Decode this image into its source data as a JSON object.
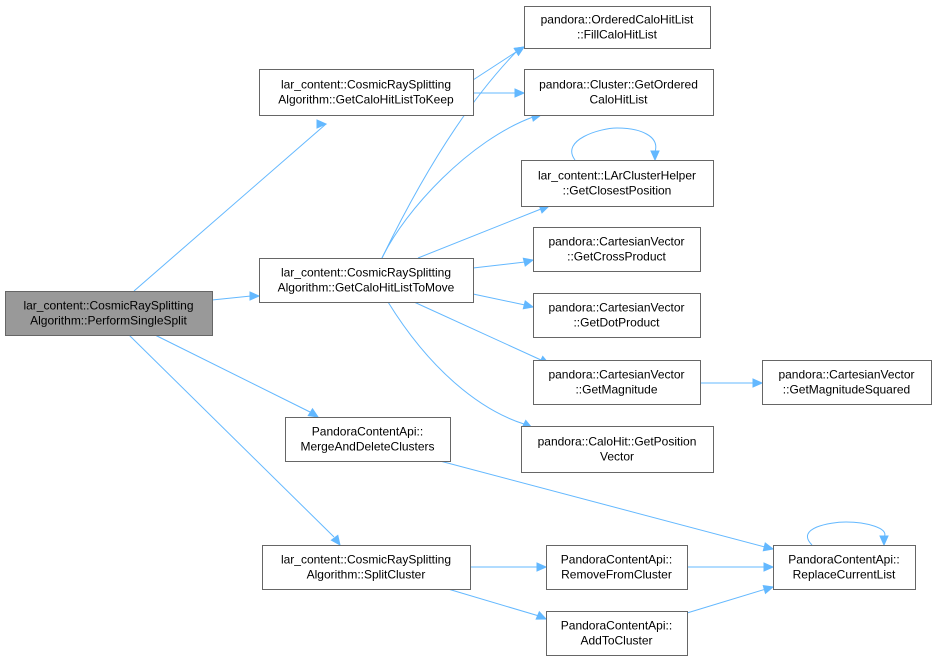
{
  "nodes": [
    {
      "id": "perform",
      "lines": [
        "lar_content::CosmicRaySplitting",
        "Algorithm::PerformSingleSplit"
      ],
      "root": true
    },
    {
      "id": "keep",
      "lines": [
        "lar_content::CosmicRaySplitting",
        "Algorithm::GetCaloHitListToKeep"
      ]
    },
    {
      "id": "move",
      "lines": [
        "lar_content::CosmicRaySplitting",
        "Algorithm::GetCaloHitListToMove"
      ]
    },
    {
      "id": "merge",
      "lines": [
        "PandoraContentApi::",
        "MergeAndDeleteClusters"
      ]
    },
    {
      "id": "split",
      "lines": [
        "lar_content::CosmicRaySplitting",
        "Algorithm::SplitCluster"
      ]
    },
    {
      "id": "fill",
      "lines": [
        "pandora::OrderedCaloHitList",
        "::FillCaloHitList"
      ]
    },
    {
      "id": "getordered",
      "lines": [
        "pandora::Cluster::GetOrdered",
        "CaloHitList"
      ]
    },
    {
      "id": "closest",
      "lines": [
        "lar_content::LArClusterHelper",
        "::GetClosestPosition"
      ]
    },
    {
      "id": "cross",
      "lines": [
        "pandora::CartesianVector",
        "::GetCrossProduct"
      ]
    },
    {
      "id": "dot",
      "lines": [
        "pandora::CartesianVector",
        "::GetDotProduct"
      ]
    },
    {
      "id": "mag",
      "lines": [
        "pandora::CartesianVector",
        "::GetMagnitude"
      ]
    },
    {
      "id": "magsq",
      "lines": [
        "pandora::CartesianVector",
        "::GetMagnitudeSquared"
      ]
    },
    {
      "id": "pos",
      "lines": [
        "pandora::CaloHit::GetPosition",
        "Vector"
      ]
    },
    {
      "id": "remove",
      "lines": [
        "PandoraContentApi::",
        "RemoveFromCluster"
      ]
    },
    {
      "id": "add",
      "lines": [
        "PandoraContentApi::",
        "AddToCluster"
      ]
    },
    {
      "id": "replace",
      "lines": [
        "PandoraContentApi::",
        "ReplaceCurrentList"
      ]
    }
  ],
  "edges": [
    {
      "from": "perform",
      "to": "keep"
    },
    {
      "from": "perform",
      "to": "move"
    },
    {
      "from": "perform",
      "to": "merge"
    },
    {
      "from": "perform",
      "to": "split"
    },
    {
      "from": "keep",
      "to": "fill"
    },
    {
      "from": "keep",
      "to": "getordered"
    },
    {
      "from": "move",
      "to": "fill"
    },
    {
      "from": "move",
      "to": "getordered"
    },
    {
      "from": "move",
      "to": "closest"
    },
    {
      "from": "move",
      "to": "cross"
    },
    {
      "from": "move",
      "to": "dot"
    },
    {
      "from": "move",
      "to": "mag"
    },
    {
      "from": "move",
      "to": "pos"
    },
    {
      "from": "closest",
      "to": "closest"
    },
    {
      "from": "mag",
      "to": "magsq"
    },
    {
      "from": "merge",
      "to": "replace"
    },
    {
      "from": "split",
      "to": "remove"
    },
    {
      "from": "split",
      "to": "add"
    },
    {
      "from": "remove",
      "to": "replace"
    },
    {
      "from": "add",
      "to": "replace"
    },
    {
      "from": "replace",
      "to": "replace"
    }
  ],
  "colors": {
    "edge": "#63b8ff",
    "root_fill": "#999999",
    "node_border": "#666666"
  }
}
